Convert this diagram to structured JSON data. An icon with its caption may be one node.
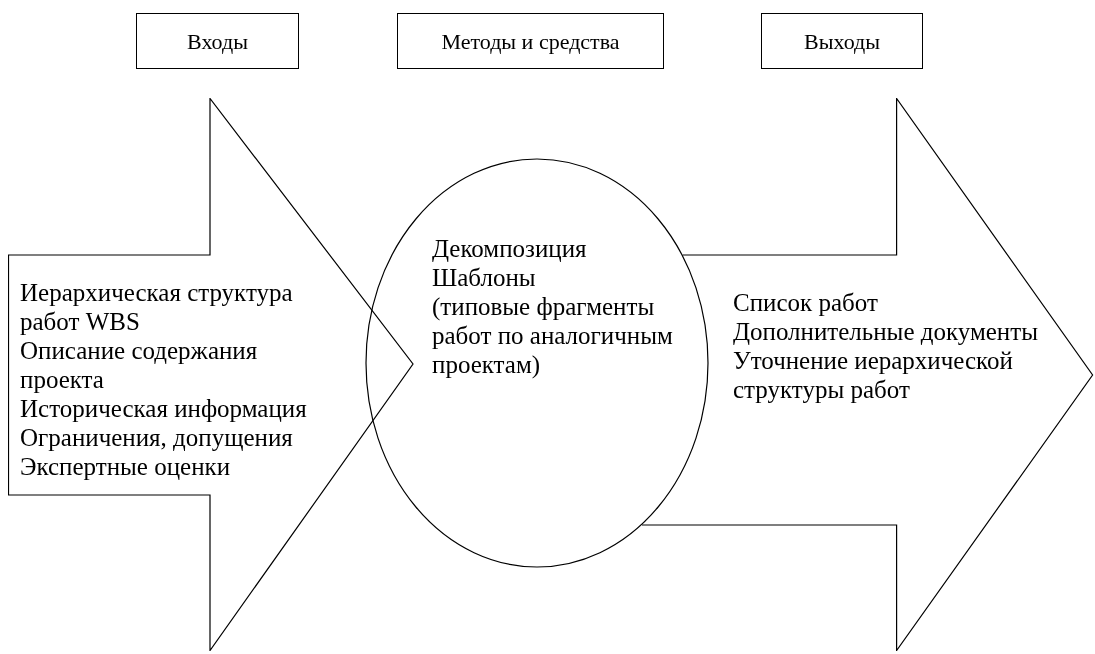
{
  "diagram": {
    "nodes": [
      {
        "text": [
          "Входы"
        ]
      },
      {
        "text": [
          "Методы и средства"
        ]
      },
      {
        "text": [
          "Выходы"
        ]
      },
      {
        "text": [
          "Иерархическая структура работ WBS",
          "Описание содержания проекта",
          "Историческая информация",
          "Ограничения, допущения",
          "Экспертные оценки"
        ]
      },
      {
        "text": [
          "Декомпозиция",
          "Шаблоны",
          "(типовые фрагменты работ по аналогичным проектам)"
        ]
      },
      {
        "text": [
          "Список работ",
          "Дополнительные документы",
          "Уточнение иерархической структуры работ"
        ]
      }
    ]
  }
}
